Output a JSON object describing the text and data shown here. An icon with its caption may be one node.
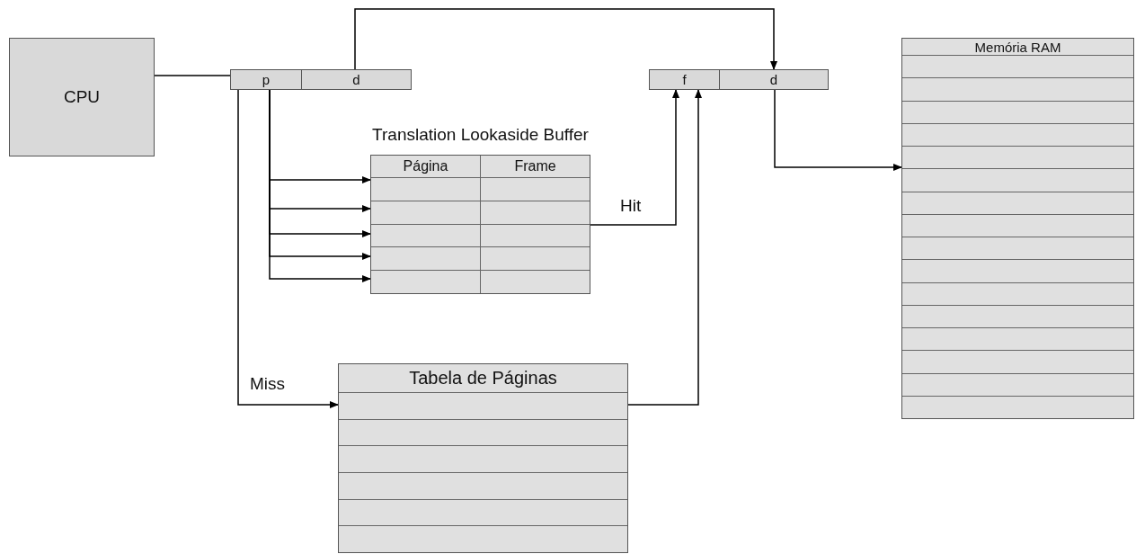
{
  "diagram": {
    "nodes": [
      {
        "text": [
          "CPU"
        ]
      },
      {
        "text": [
          "p"
        ]
      },
      {
        "text": [
          "d"
        ]
      },
      {
        "text": [
          "f"
        ]
      },
      {
        "text": [
          "d"
        ]
      },
      {
        "text": [
          "Translation Lookaside Buffer",
          "Página",
          "Frame"
        ]
      },
      {
        "text": [
          "Tabela de Páginas"
        ]
      },
      {
        "text": [
          "Memória RAM"
        ]
      }
    ],
    "edges": [
      {
        "from": 0,
        "to": 1,
        "arrow": "none"
      },
      {
        "from": 2,
        "to": 4,
        "arrow": "to"
      },
      {
        "from": 1,
        "to": 6,
        "arrow": "to",
        "label": "Miss"
      },
      {
        "from": 1,
        "to": 5,
        "arrow": "to"
      },
      {
        "from": 1,
        "to": 5,
        "arrow": "to"
      },
      {
        "from": 1,
        "to": 5,
        "arrow": "to"
      },
      {
        "from": 1,
        "to": 5,
        "arrow": "to"
      },
      {
        "from": 1,
        "to": 5,
        "arrow": "to"
      },
      {
        "from": 5,
        "to": 3,
        "arrow": "to",
        "label": "Hit"
      },
      {
        "from": 6,
        "to": 3,
        "arrow": "to"
      },
      {
        "from": 4,
        "to": 7,
        "arrow": "to"
      }
    ]
  }
}
